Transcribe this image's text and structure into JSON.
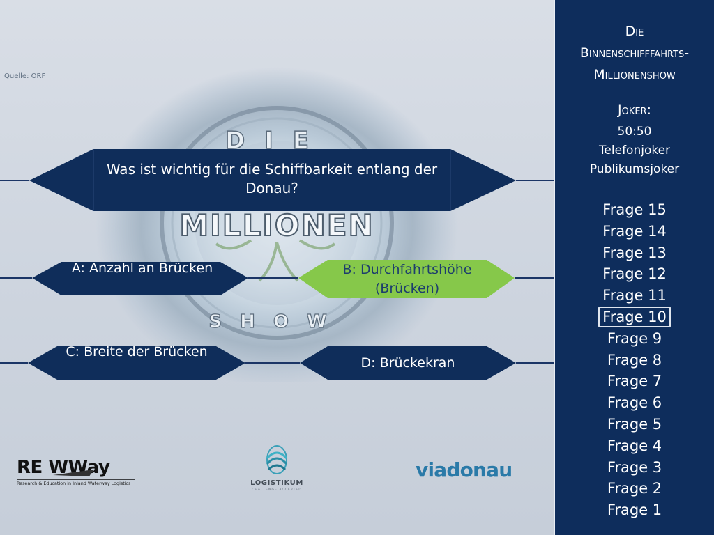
{
  "source_label": "Quelle: ORF",
  "question": {
    "text": "Was ist wichtig für die Schiffbarkeit entlang der Donau?"
  },
  "answers": [
    {
      "key": "A",
      "label": "A: Anzahl an Brücken",
      "state": "normal"
    },
    {
      "key": "B",
      "label": "B: Durchfahrtshöhe (Brücken)",
      "state": "correct"
    },
    {
      "key": "C",
      "label": "C: Breite der Brücken",
      "state": "normal"
    },
    {
      "key": "D",
      "label": "D: Brückekran",
      "state": "normal"
    }
  ],
  "background_logo": {
    "top_word": "DIE",
    "middle_word": "MILLIONEN",
    "bottom_word": "SHOW"
  },
  "sidebar": {
    "title_line1": "Die",
    "title_line2": "Binnenschifffahrts-",
    "title_line3": "Millionenshow",
    "joker_heading": "Joker:",
    "jokers": [
      "50:50",
      "Telefonjoker",
      "Publikumsjoker"
    ],
    "ladder": [
      "Frage 15",
      "Frage 14",
      "Frage 13",
      "Frage 12",
      "Frage 11",
      "Frage 10",
      "Frage 9",
      "Frage 8",
      "Frage 7",
      "Frage 6",
      "Frage 5",
      "Frage 4",
      "Frage 3",
      "Frage 2",
      "Frage 1"
    ],
    "current_question": "Frage 10"
  },
  "logos": {
    "rewway": "RE WWay",
    "rewway_tagline": "Research & Education in Inland Waterway Logistics",
    "logistikum": "LOGISTIKUM",
    "logistikum_tagline": "CHALLENGE ACCEPTED",
    "viadonau": "viadonau"
  },
  "colors": {
    "panel_navy": "#0e2d5c",
    "shape_navy": "#0f2d5a",
    "correct_green": "#86c84a",
    "line": "#1b3566"
  }
}
